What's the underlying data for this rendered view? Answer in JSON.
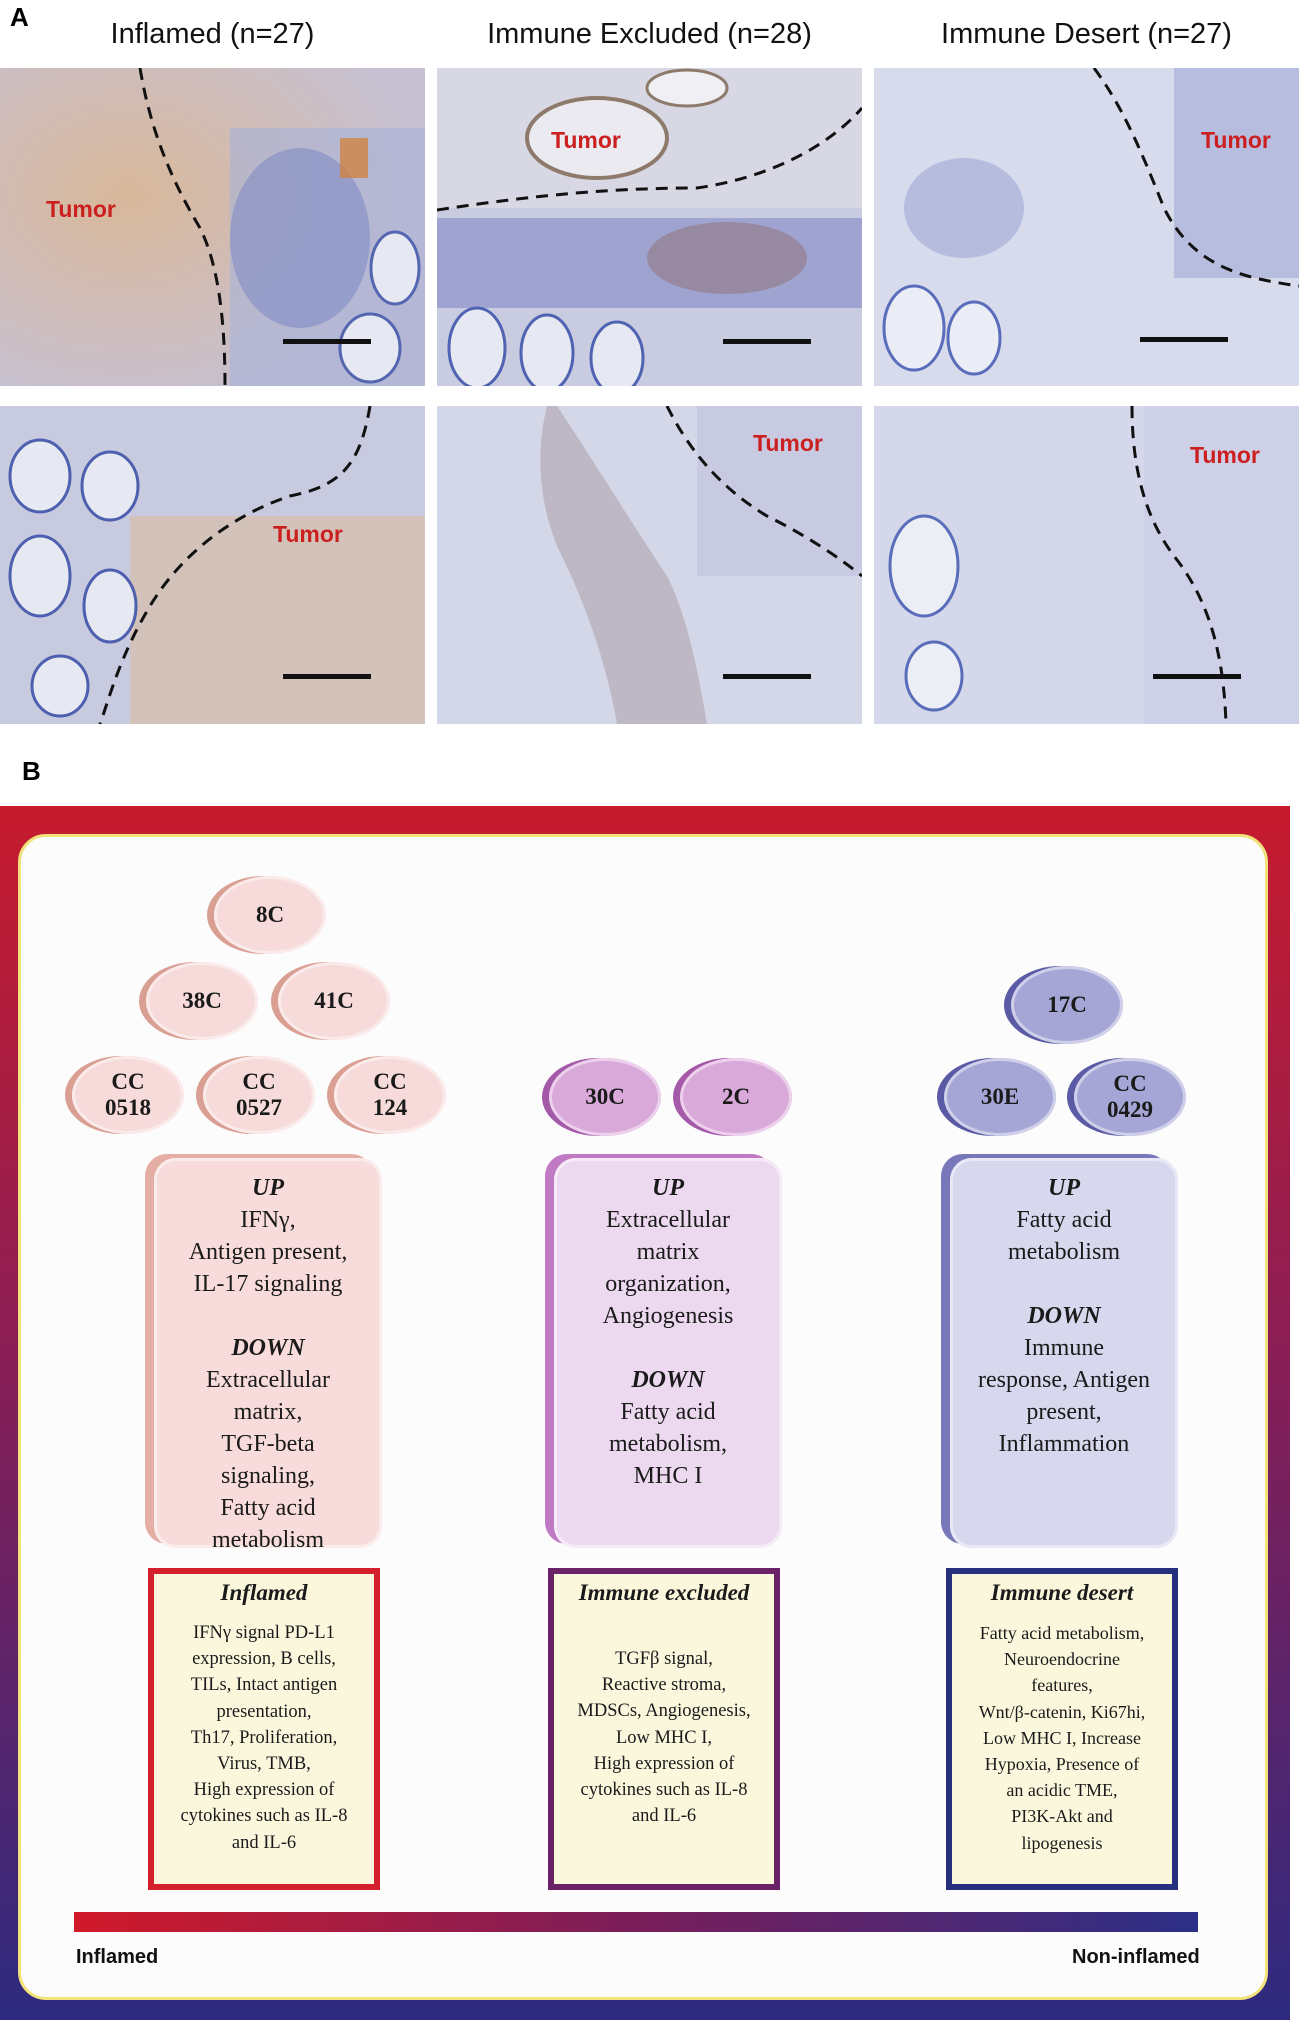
{
  "panel_a": {
    "letter": "A",
    "columns": [
      {
        "title": "Inflamed (n=27)"
      },
      {
        "title": "Immune Excluded (n=28)"
      },
      {
        "title": "Immune Desert (n=27)"
      }
    ],
    "tumor_label": "Tumor"
  },
  "panel_b": {
    "letter": "B",
    "groups": [
      {
        "clusters": [
          "8C",
          "38C",
          "41C",
          "CC\n0518",
          "CC\n0527",
          "CC\n124"
        ],
        "up_heading": "UP",
        "up_text": "IFNγ,\nAntigen present,\nIL-17 signaling",
        "down_heading": "DOWN",
        "down_text": "Extracellular\nmatrix,\nTGF-beta\nsignaling,\nFatty acid\nmetabolism",
        "box_title": "Inflamed",
        "box_text": "IFNγ signal PD-L1\nexpression, B cells,\nTILs, Intact antigen\npresentation,\nTh17, Proliferation,\nVirus, TMB,\nHigh expression of\ncytokines such as IL-8\nand IL-6"
      },
      {
        "clusters": [
          "30C",
          "2C"
        ],
        "up_heading": "UP",
        "up_text": "Extracellular\nmatrix\norganization,\nAngiogenesis",
        "down_heading": "DOWN",
        "down_text": "Fatty acid\nmetabolism,\nMHC I",
        "box_title": "Immune excluded",
        "box_text": "TGFβ signal,\nReactive stroma,\nMDSCs, Angiogenesis,\nLow MHC I,\nHigh expression of\ncytokines such as IL-8\nand IL-6"
      },
      {
        "clusters": [
          "17C",
          "30E",
          "CC\n0429"
        ],
        "up_heading": "UP",
        "up_text": "Fatty acid\nmetabolism",
        "down_heading": "DOWN",
        "down_text": "Immune\nresponse, Antigen\npresent,\nInflammation",
        "box_title": "Immune desert",
        "box_text": "Fatty acid metabolism,\nNeuroendocrine\nfeatures,\nWnt/β-catenin, Ki67hi,\nLow MHC I, Increase\nHypoxia, Presence of\nan acidic TME,\nPI3K-Akt and\nlipogenesis"
      }
    ],
    "axis_left": "Inflamed",
    "axis_right": "Non-inflamed"
  },
  "colors": {
    "inflamed": "#d4202c",
    "excluded": "#6a2266",
    "desert": "#27307e",
    "tumor_label": "#cc1f1f"
  }
}
